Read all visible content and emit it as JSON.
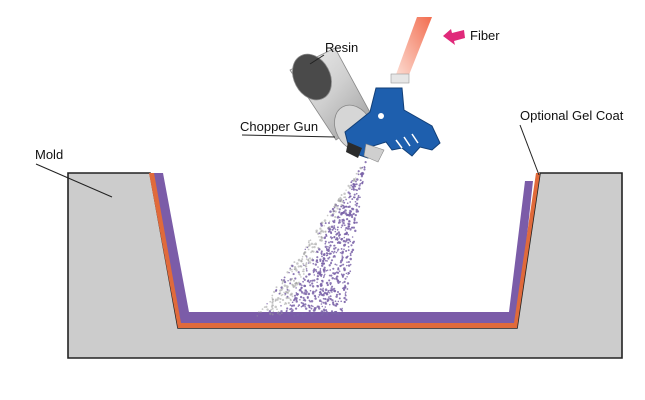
{
  "labels": {
    "resin": "Resin",
    "fiber": "Fiber",
    "chopper_gun": "Chopper Gun",
    "mold": "Mold",
    "gel_coat": "Optional Gel Coat"
  },
  "colors": {
    "mold_fill": "#cccccc",
    "laminate": "#7b5ca8",
    "gel_coat": "#e06a3b",
    "gun_body": "#1e5fae",
    "canister": "#c8c8c8",
    "fiber_strand": "#f4a08c",
    "arrow": "#e0297a",
    "fiber_spray": "#7a63a8",
    "resin_spray": "#9a9a9a"
  }
}
